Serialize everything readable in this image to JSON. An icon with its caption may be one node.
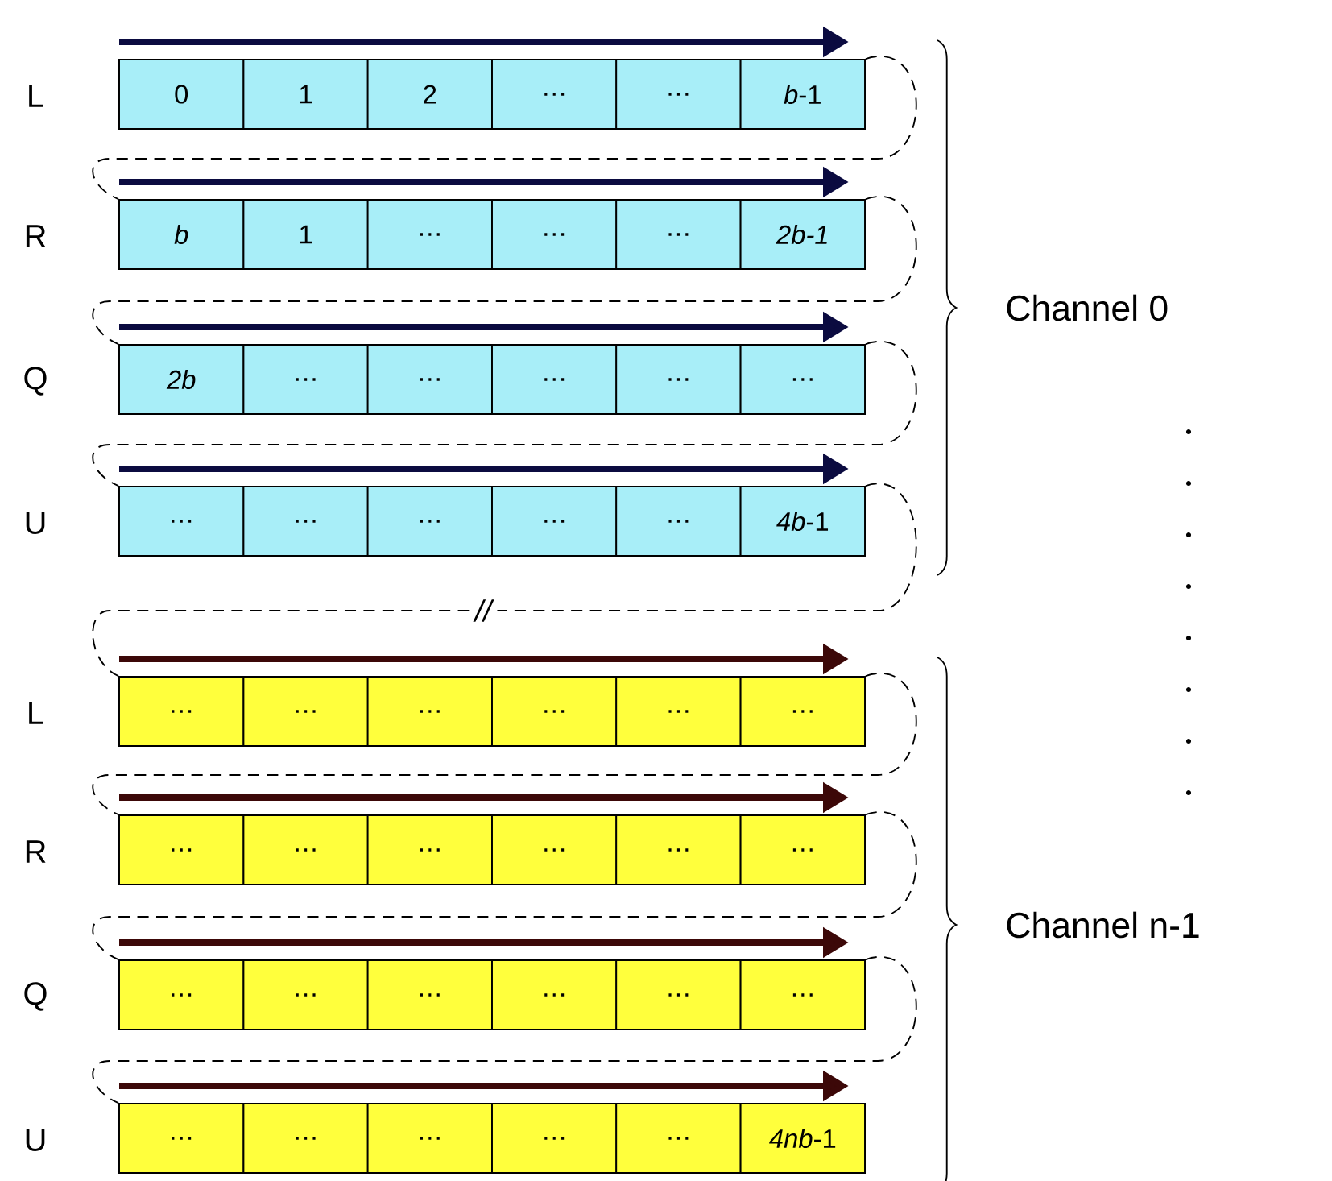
{
  "diagram": {
    "nodes": [
      {
        "text": [],
        "shape": "bar",
        "beside": [
          "L"
        ]
      },
      {
        "text": [
          "0"
        ],
        "in": 0
      },
      {
        "text": [
          "1"
        ],
        "in": 0
      },
      {
        "text": [
          "2"
        ],
        "in": 0
      },
      {
        "text": [
          "…"
        ],
        "in": 0
      },
      {
        "text": [
          "…"
        ],
        "in": 0
      },
      {
        "text": [
          "*b*-1"
        ],
        "in": 0
      },
      {
        "text": [],
        "shape": "bar",
        "beside": [
          "R"
        ]
      },
      {
        "text": [
          "*b*"
        ],
        "in": 7
      },
      {
        "text": [
          "1"
        ],
        "in": 7
      },
      {
        "text": [
          "…"
        ],
        "in": 7
      },
      {
        "text": [
          "…"
        ],
        "in": 7
      },
      {
        "text": [
          "…"
        ],
        "in": 7
      },
      {
        "text": [
          "*2b-1*"
        ],
        "in": 7
      },
      {
        "text": [],
        "shape": "bar",
        "beside": [
          "Q"
        ]
      },
      {
        "text": [
          "*2b*"
        ],
        "in": 14
      },
      {
        "text": [
          "…"
        ],
        "in": 14
      },
      {
        "text": [
          "…"
        ],
        "in": 14
      },
      {
        "text": [
          "…"
        ],
        "in": 14
      },
      {
        "text": [
          "…"
        ],
        "in": 14
      },
      {
        "text": [
          "…"
        ],
        "in": 14
      },
      {
        "text": [],
        "shape": "bar",
        "beside": [
          "U"
        ]
      },
      {
        "text": [
          "…"
        ],
        "in": 21
      },
      {
        "text": [
          "…"
        ],
        "in": 21
      },
      {
        "text": [
          "…"
        ],
        "in": 21
      },
      {
        "text": [
          "…"
        ],
        "in": 21
      },
      {
        "text": [
          "…"
        ],
        "in": 21
      },
      {
        "text": [
          "*4b*-1"
        ],
        "in": 21
      },
      {
        "text": [],
        "shape": "bar",
        "beside": [
          "L"
        ]
      },
      {
        "text": [
          "…"
        ],
        "in": 28
      },
      {
        "text": [
          "…"
        ],
        "in": 28
      },
      {
        "text": [
          "…"
        ],
        "in": 28
      },
      {
        "text": [
          "…"
        ],
        "in": 28
      },
      {
        "text": [
          "…"
        ],
        "in": 28
      },
      {
        "text": [
          "…"
        ],
        "in": 28
      },
      {
        "text": [],
        "shape": "bar",
        "beside": [
          "R"
        ]
      },
      {
        "text": [
          "…"
        ],
        "in": 35
      },
      {
        "text": [
          "…"
        ],
        "in": 35
      },
      {
        "text": [
          "…"
        ],
        "in": 35
      },
      {
        "text": [
          "…"
        ],
        "in": 35
      },
      {
        "text": [
          "…"
        ],
        "in": 35
      },
      {
        "text": [
          "…"
        ],
        "in": 35
      },
      {
        "text": [],
        "shape": "bar",
        "beside": [
          "Q"
        ]
      },
      {
        "text": [
          "…"
        ],
        "in": 42
      },
      {
        "text": [
          "…"
        ],
        "in": 42
      },
      {
        "text": [
          "…"
        ],
        "in": 42
      },
      {
        "text": [
          "…"
        ],
        "in": 42
      },
      {
        "text": [
          "…"
        ],
        "in": 42
      },
      {
        "text": [
          "…"
        ],
        "in": 42
      },
      {
        "text": [],
        "shape": "bar",
        "beside": [
          "U"
        ]
      },
      {
        "text": [
          "…"
        ],
        "in": 49
      },
      {
        "text": [
          "…"
        ],
        "in": 49
      },
      {
        "text": [
          "…"
        ],
        "in": 49
      },
      {
        "text": [
          "…"
        ],
        "in": 49
      },
      {
        "text": [
          "…"
        ],
        "in": 49
      },
      {
        "text": [
          "*4nb*-1"
        ],
        "in": 49
      }
    ],
    "edges": [
      {
        "from": 0,
        "to": 7,
        "arrow": "none",
        "style": "dashed"
      },
      {
        "from": 7,
        "to": 14,
        "arrow": "none",
        "style": "dashed"
      },
      {
        "from": 14,
        "to": 21,
        "arrow": "none",
        "style": "dashed"
      },
      {
        "from": 21,
        "to": 28,
        "arrow": "none",
        "style": "dashed",
        "label": "//"
      },
      {
        "from": 28,
        "to": 35,
        "arrow": "none",
        "style": "dashed"
      },
      {
        "from": 35,
        "to": 42,
        "arrow": "none",
        "style": "dashed"
      },
      {
        "from": 42,
        "to": 49,
        "arrow": "none",
        "style": "dashed"
      }
    ],
    "labels": [
      "Channel 0",
      "Channel n-1"
    ]
  }
}
